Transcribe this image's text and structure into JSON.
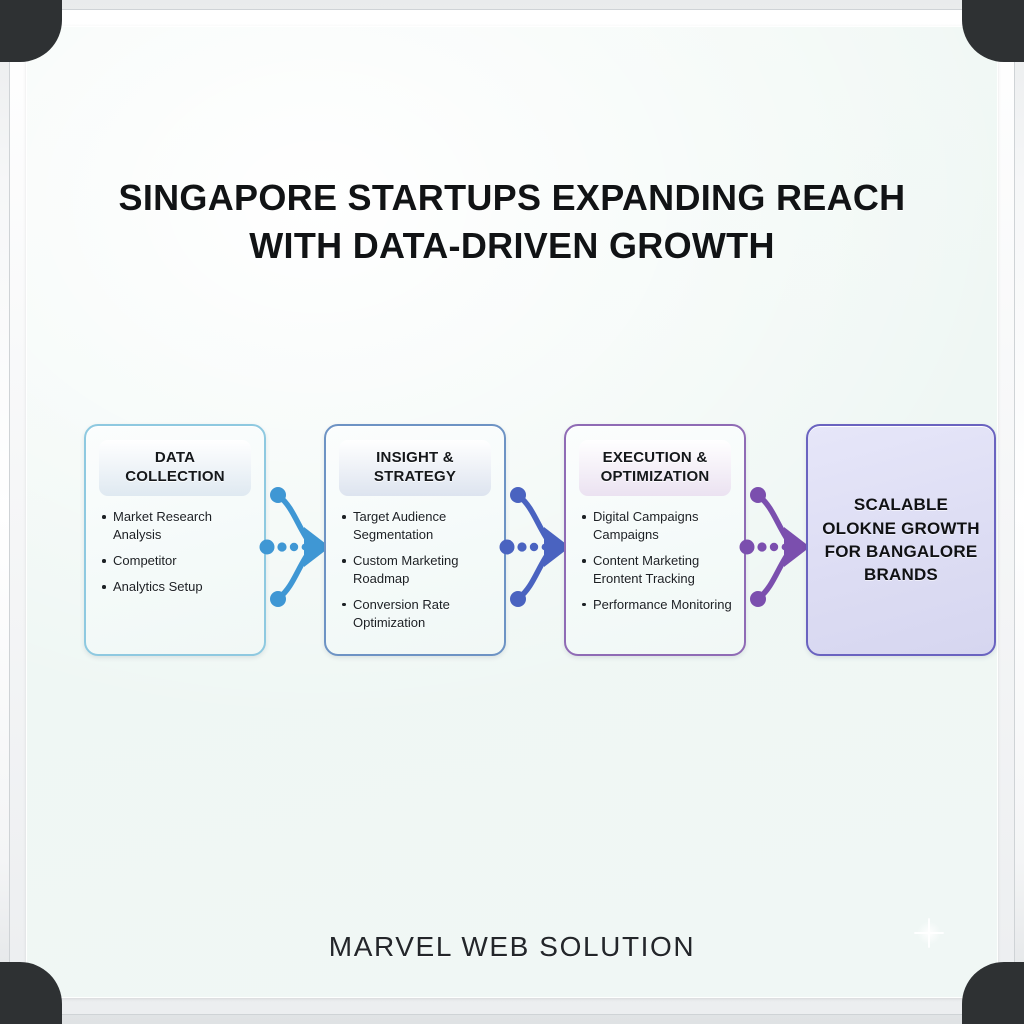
{
  "board": {
    "surface_color": "#f1f8f5",
    "frame_color": "#e9ebec",
    "corner_color": "#2e3133"
  },
  "title": {
    "line1": "SINGAPORE STARTUPS EXPANDING REACH",
    "line2": "WITH DATA-DRIVEN GROWTH"
  },
  "flow": {
    "steps": [
      {
        "header": "DATA COLLECTION",
        "bullets": [
          "Market Research Analysis",
          "Competitor",
          "Analytics Setup"
        ],
        "border_color": "#8ec9e0",
        "header_bg": "#dfe9f1",
        "connector_color": "#3f97d4"
      },
      {
        "header": "INSIGHT & STRATEGY",
        "bullets": [
          "Target Audience Segmentation",
          "Custom Marketing Roadmap",
          "Conversion Rate Optimization"
        ],
        "border_color": "#6d93c4",
        "header_bg": "#dde4ef",
        "connector_color": "#4a63c0"
      },
      {
        "header": "EXECUTION & OPTIMIZATION",
        "bullets": [
          "Digital Campaigns Campaigns",
          "Content Marketing Erontent Tracking",
          "Performance Monitoring"
        ],
        "border_color": "#8f6bb5",
        "header_bg": "#ebe2f1",
        "connector_color": "#7b4fae"
      }
    ],
    "outcome": {
      "header": "SCALABLE OLOKNE GROWTH FOR BANGALORE BRANDS",
      "border_color": "#6a63c0",
      "fill_color": "#dcdcf3"
    }
  },
  "footer": {
    "brand": "MARVEL WEB SOLUTION"
  }
}
